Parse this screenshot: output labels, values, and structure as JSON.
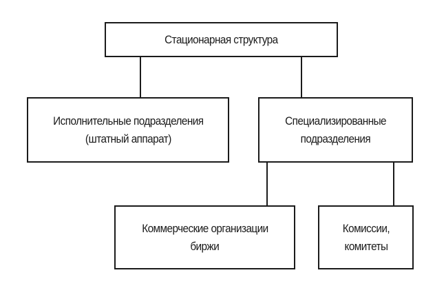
{
  "diagram": {
    "root": {
      "lines": [
        "Стационарная структура"
      ]
    },
    "level1": [
      {
        "lines": [
          "Исполнительные подразделения",
          "(штатный аппарат)"
        ]
      },
      {
        "lines": [
          "Специализированные",
          "подразделения"
        ]
      }
    ],
    "level2": [
      {
        "lines": [
          "Коммерческие организации",
          "биржи"
        ]
      },
      {
        "lines": [
          "Комиссии,",
          "комитеты"
        ]
      }
    ]
  }
}
